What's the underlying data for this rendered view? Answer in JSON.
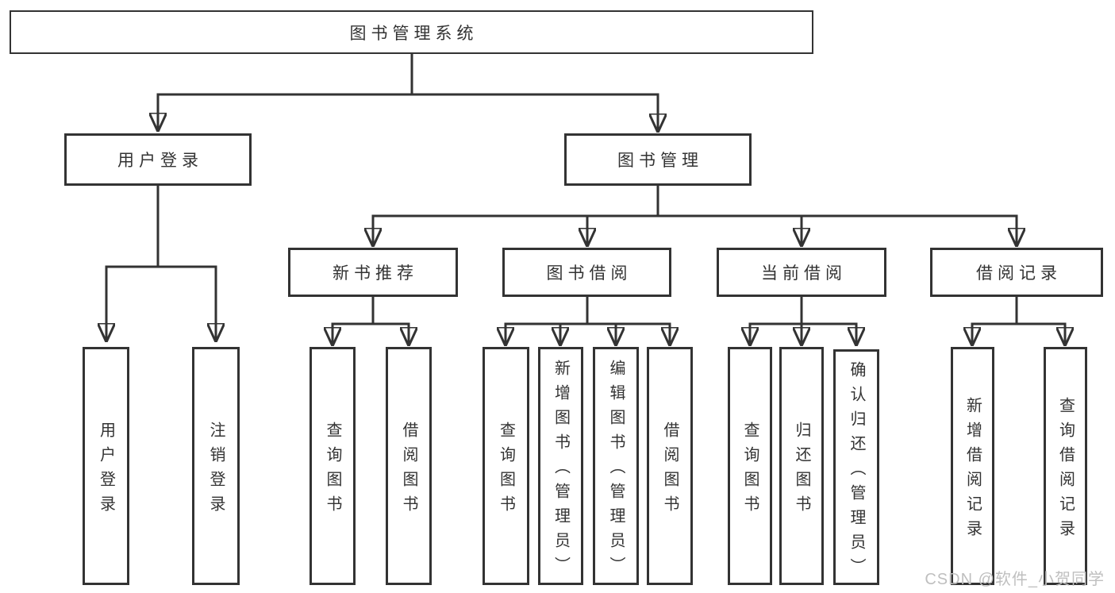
{
  "tree": {
    "label": "图书管理系统",
    "children": [
      {
        "label": "用户登录",
        "children": [
          {
            "label": "用户登录"
          },
          {
            "label": "注销登录"
          }
        ]
      },
      {
        "label": "图书管理",
        "children": [
          {
            "label": "新书推荐",
            "children": [
              {
                "label": "查询图书"
              },
              {
                "label": "借阅图书"
              }
            ]
          },
          {
            "label": "图书借阅",
            "children": [
              {
                "label": "查询图书"
              },
              {
                "label": "新增图书（管理员）"
              },
              {
                "label": "编辑图书（管理员）"
              },
              {
                "label": "借阅图书"
              }
            ]
          },
          {
            "label": "当前借阅",
            "children": [
              {
                "label": "查询图书"
              },
              {
                "label": "归还图书"
              },
              {
                "label": "确认归还（管理员）"
              }
            ]
          },
          {
            "label": "借阅记录",
            "children": [
              {
                "label": "新增借阅记录"
              },
              {
                "label": "查询借阅记录"
              }
            ]
          }
        ]
      }
    ]
  },
  "watermark": {
    "text": "CSDN @软件_小贺同学"
  },
  "colors": {
    "line": "#333333",
    "box_border": "#333333",
    "box_background": "#ffffff",
    "text": "#333333",
    "watermark": "#bfbfbf",
    "page_background": "#ffffff"
  }
}
